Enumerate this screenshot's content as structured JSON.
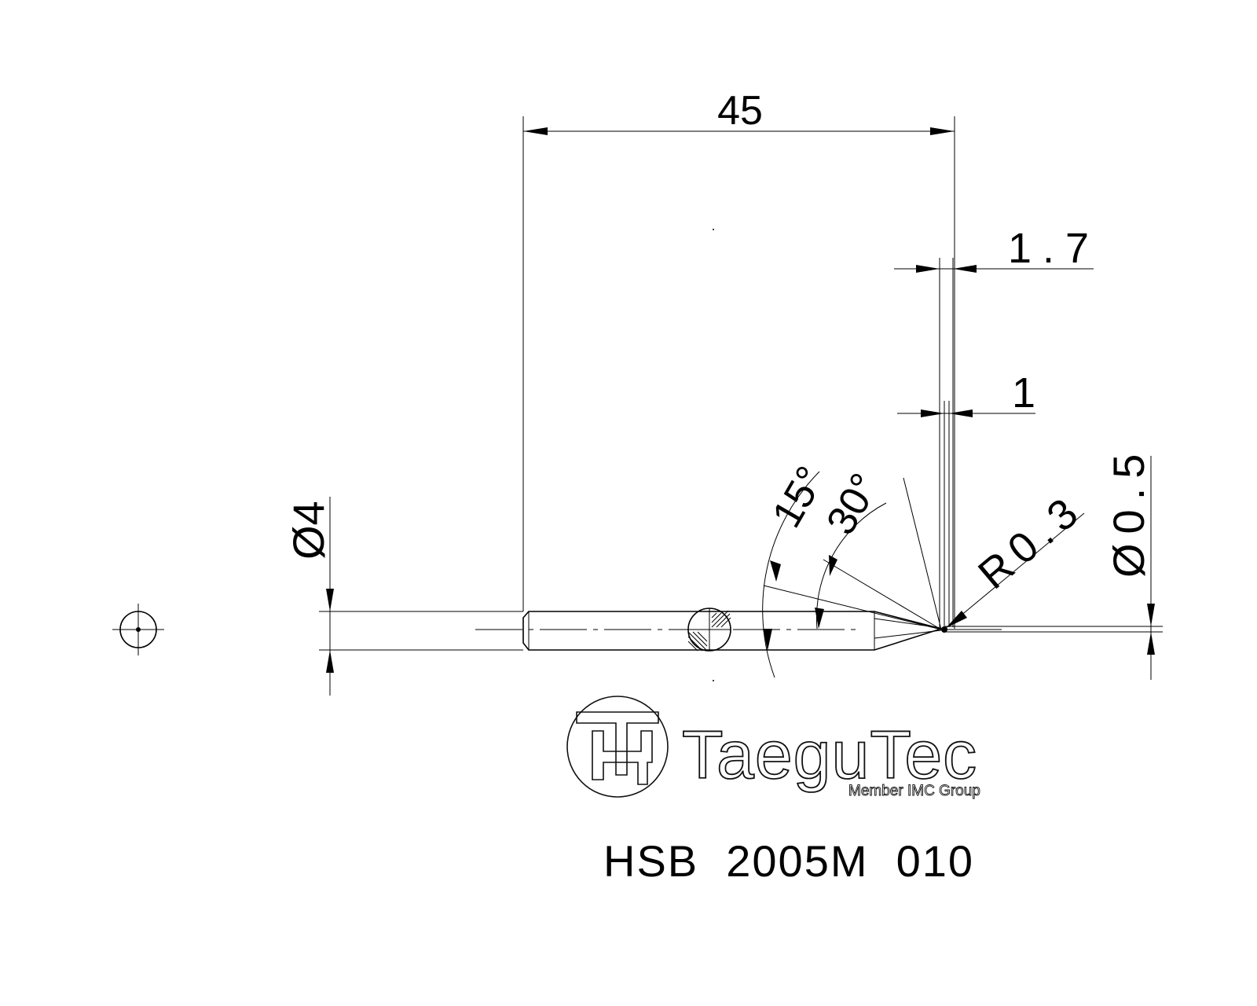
{
  "dimensions": {
    "overall_length": "45",
    "length_1": "1.7",
    "length_2": "1",
    "angle_1": "15°",
    "angle_2": "30°",
    "radius": "R0.3",
    "shank_diameter": "Ø4",
    "tip_diameter": "Ø0.5"
  },
  "logo": {
    "name": "TaeguTec",
    "tagline": "Member IMC Group"
  },
  "product_code": "HSB  2005M  010"
}
